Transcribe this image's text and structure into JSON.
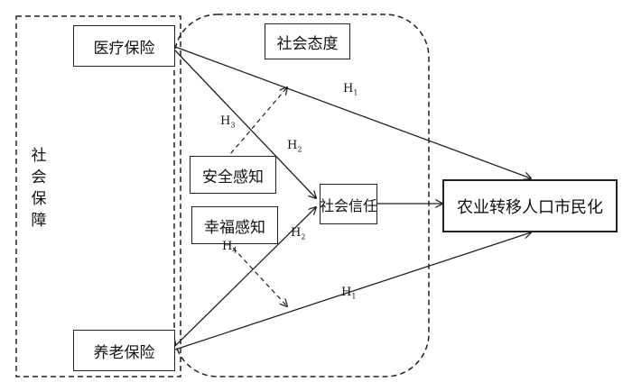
{
  "diagram": {
    "boxes": {
      "medical_insurance": "医疗保险",
      "pension_insurance": "养老保险",
      "social_attitude": "社会态度",
      "sense_of_security": "安全感知",
      "sense_of_happiness": "幸福感知",
      "social_trust": "社会信任",
      "citizenization": "农业转移人口市民化"
    },
    "group_labels": {
      "social_security_chars": [
        "社",
        "会",
        "保",
        "障"
      ]
    },
    "hypotheses": {
      "h1": {
        "letter": "H",
        "sub": "1"
      },
      "h2": {
        "letter": "H",
        "sub": "2"
      },
      "h3": {
        "letter": "H",
        "sub": "3"
      },
      "h4": {
        "letter": "H",
        "sub": "4"
      }
    }
  }
}
